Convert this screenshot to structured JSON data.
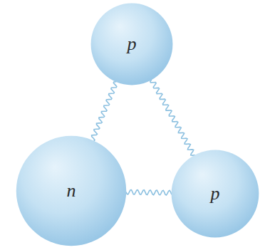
{
  "diagram": {
    "nodes": [
      {
        "text": [
          "p"
        ]
      },
      {
        "text": [
          "n"
        ]
      },
      {
        "text": [
          "p"
        ]
      }
    ],
    "edges": [
      {
        "from": 0,
        "to": 1,
        "arrow": "none"
      },
      {
        "from": 0,
        "to": 2,
        "arrow": "none"
      },
      {
        "from": 1,
        "to": 2,
        "arrow": "none"
      }
    ]
  }
}
